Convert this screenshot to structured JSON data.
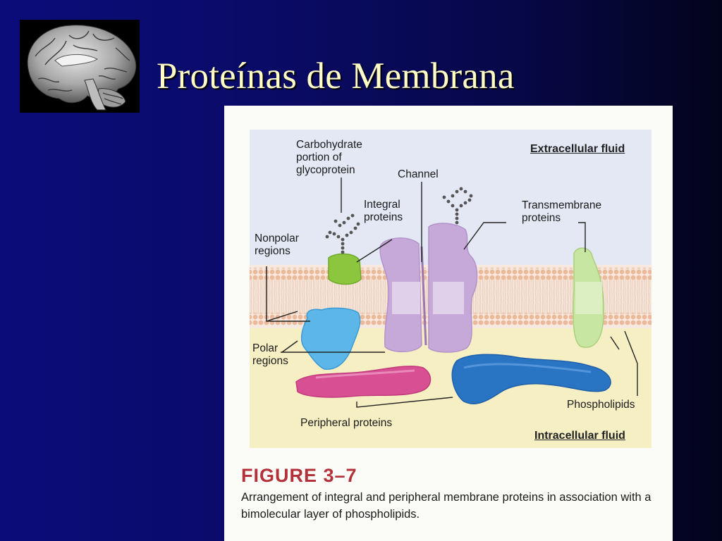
{
  "slide": {
    "title": "Proteínas de Membrana"
  },
  "diagram": {
    "labels": {
      "carbohydrate": [
        "Carbohydrate",
        "portion of",
        "glycoprotein"
      ],
      "channel": "Channel",
      "integral": [
        "Integral",
        "proteins"
      ],
      "transmembrane": [
        "Transmembrane",
        "proteins"
      ],
      "nonpolar": [
        "Nonpolar",
        "regions"
      ],
      "polar": [
        "Polar",
        "regions"
      ],
      "peripheral": "Peripheral proteins",
      "phospholipids": "Phospholipids",
      "extracellular": "Extracellular fluid",
      "intracellular": "Intracellular fluid"
    },
    "colors": {
      "extracellular_bg": "#e3e8f4",
      "intracellular_bg": "#f6efc4",
      "lipid_head": "#ecb99a",
      "integral_protein": "#c6a9d8",
      "glycoprotein": "#8cc63f",
      "polar_protein": "#5cb6e8",
      "peripheral_pink": "#d94f93",
      "peripheral_blue": "#2a74c4",
      "transmembrane_green": "#c6e6a2",
      "caption_title": "#b3323a"
    }
  },
  "caption": {
    "title": "FIGURE 3–7",
    "text": "Arrangement of integral and peripheral membrane proteins in association with a bimolecular layer of phospholipids."
  },
  "icons": {
    "brain": "brain-sagittal-icon"
  }
}
